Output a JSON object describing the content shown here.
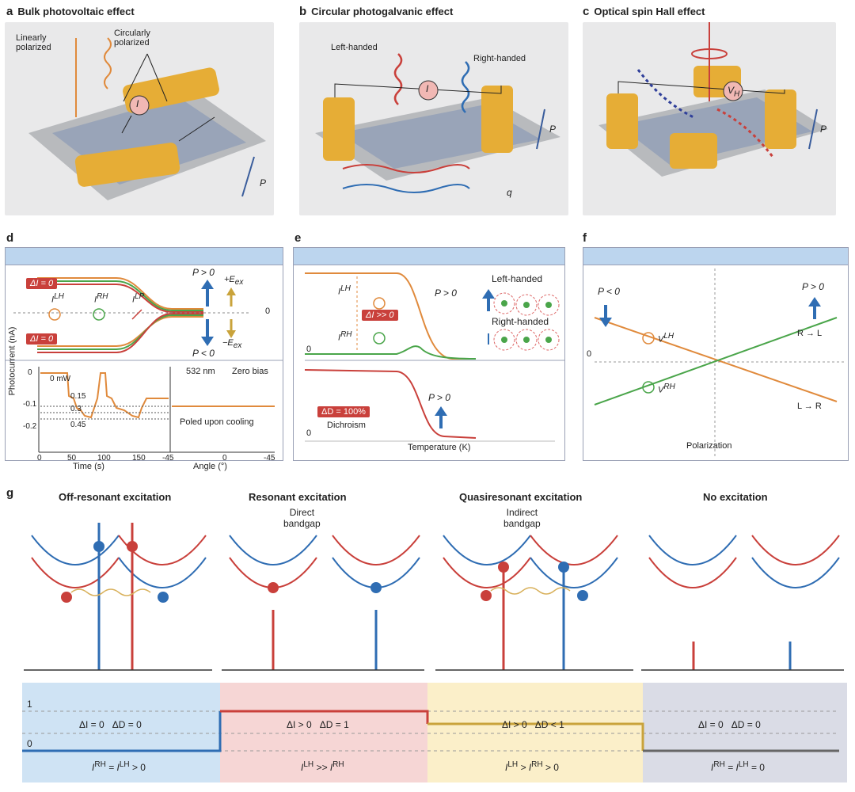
{
  "panel_a": {
    "letter": "a",
    "title": "Bulk photovoltaic effect",
    "label_linear": "Linearly\npolarized",
    "label_circular": "Circularly\npolarized",
    "current": "I",
    "polarization": "P"
  },
  "panel_b": {
    "letter": "b",
    "title": "Circular photogalvanic effect",
    "left": "Left-handed",
    "right": "Right-handed",
    "current": "I",
    "polarization": "P",
    "q": "q"
  },
  "panel_c": {
    "letter": "c",
    "title": "Optical spin Hall effect",
    "voltage": "V",
    "voltage_sub": "H",
    "polarization": "P"
  },
  "panel_d": {
    "letter": "d",
    "chip_top": "ΔI = 0",
    "chip_bottom": "ΔI = 0",
    "ilh": "I",
    "ilh_sup": "LH",
    "irh": "I",
    "irh_sup": "RH",
    "ilp": "I",
    "ilp_sup": "LP",
    "p_pos": "P > 0",
    "p_neg": "P < 0",
    "e_pos": "+E",
    "e_neg": "−E",
    "e_sub": "ex",
    "zero": "0",
    "wavelength": "532 nm",
    "bias": "Zero bias",
    "poled": "Poled upon cooling",
    "ylabel": "Photocurrent (nA)",
    "xlabel_time": "Time (s)",
    "xlabel_angle": "Angle (°)",
    "powers": [
      "0 mW",
      "0.15",
      "0.3",
      "0.45"
    ],
    "yticks": [
      "0",
      "-0.1",
      "-0.2"
    ],
    "xticks_time": [
      "0",
      "50",
      "100",
      "150"
    ],
    "xticks_angle": [
      "-45",
      "0",
      "-45"
    ]
  },
  "panel_e": {
    "letter": "e",
    "ilh": "I",
    "ilh_sup": "LH",
    "irh": "I",
    "irh_sup": "RH",
    "chip": "ΔI >> 0",
    "p_pos": "P > 0",
    "p_pos2": "P > 0",
    "left": "Left-handed",
    "right": "Right-handed",
    "zero": "0",
    "zero2": "0",
    "chip_d": "ΔD = 100%",
    "dichroism": "Dichroism",
    "xlabel": "Temperature (K)"
  },
  "panel_f": {
    "letter": "f",
    "p_neg": "P < 0",
    "p_pos": "P > 0",
    "rl": "R → L",
    "lr": "L → R",
    "vlh": "V",
    "vlh_sup": "LH",
    "vrh": "V",
    "vrh_sup": "RH",
    "zero": "0",
    "xlabel": "Polarization"
  },
  "panel_g": {
    "letter": "g",
    "columns": [
      {
        "title": "Off-resonant excitation",
        "note": "",
        "eq1": "ΔI = 0",
        "eq2": "ΔD = 0",
        "bottom": "I",
        "b_sup1": "RH",
        "b_mid": " = I",
        "b_sup2": "LH",
        "b_end": " > 0"
      },
      {
        "title": "Resonant excitation",
        "note": "Direct\nbandgap",
        "eq1": "ΔI > 0",
        "eq2": "ΔD = 1",
        "bottom": "I",
        "b_sup1": "LH",
        "b_mid": " >> I",
        "b_sup2": "RH",
        "b_end": ""
      },
      {
        "title": "Quasiresonant excitation",
        "note": "Indirect\nbandgap",
        "eq1": "ΔI > 0",
        "eq2": "ΔD < 1",
        "bottom": "I",
        "b_sup1": "LH",
        "b_mid": " > I",
        "b_sup2": "RH",
        "b_end": " > 0"
      },
      {
        "title": "No excitation",
        "note": "",
        "eq1": "ΔI = 0",
        "eq2": "ΔD = 0",
        "bottom": "I",
        "b_sup1": "RH",
        "b_mid": " = I",
        "b_sup2": "LH",
        "b_end": " = 0"
      }
    ],
    "axis_one": "1",
    "axis_zero": "0"
  },
  "colors": {
    "orange": "#e08a3c",
    "green": "#4aa54a",
    "red": "#c9403b",
    "blue": "#2f6db3",
    "gold": "#e8b43a",
    "panel_blue": "#cfe3f4",
    "panel_pink": "#f6d6d5",
    "panel_yellow": "#fbefc9",
    "panel_gray": "#dadce6"
  }
}
